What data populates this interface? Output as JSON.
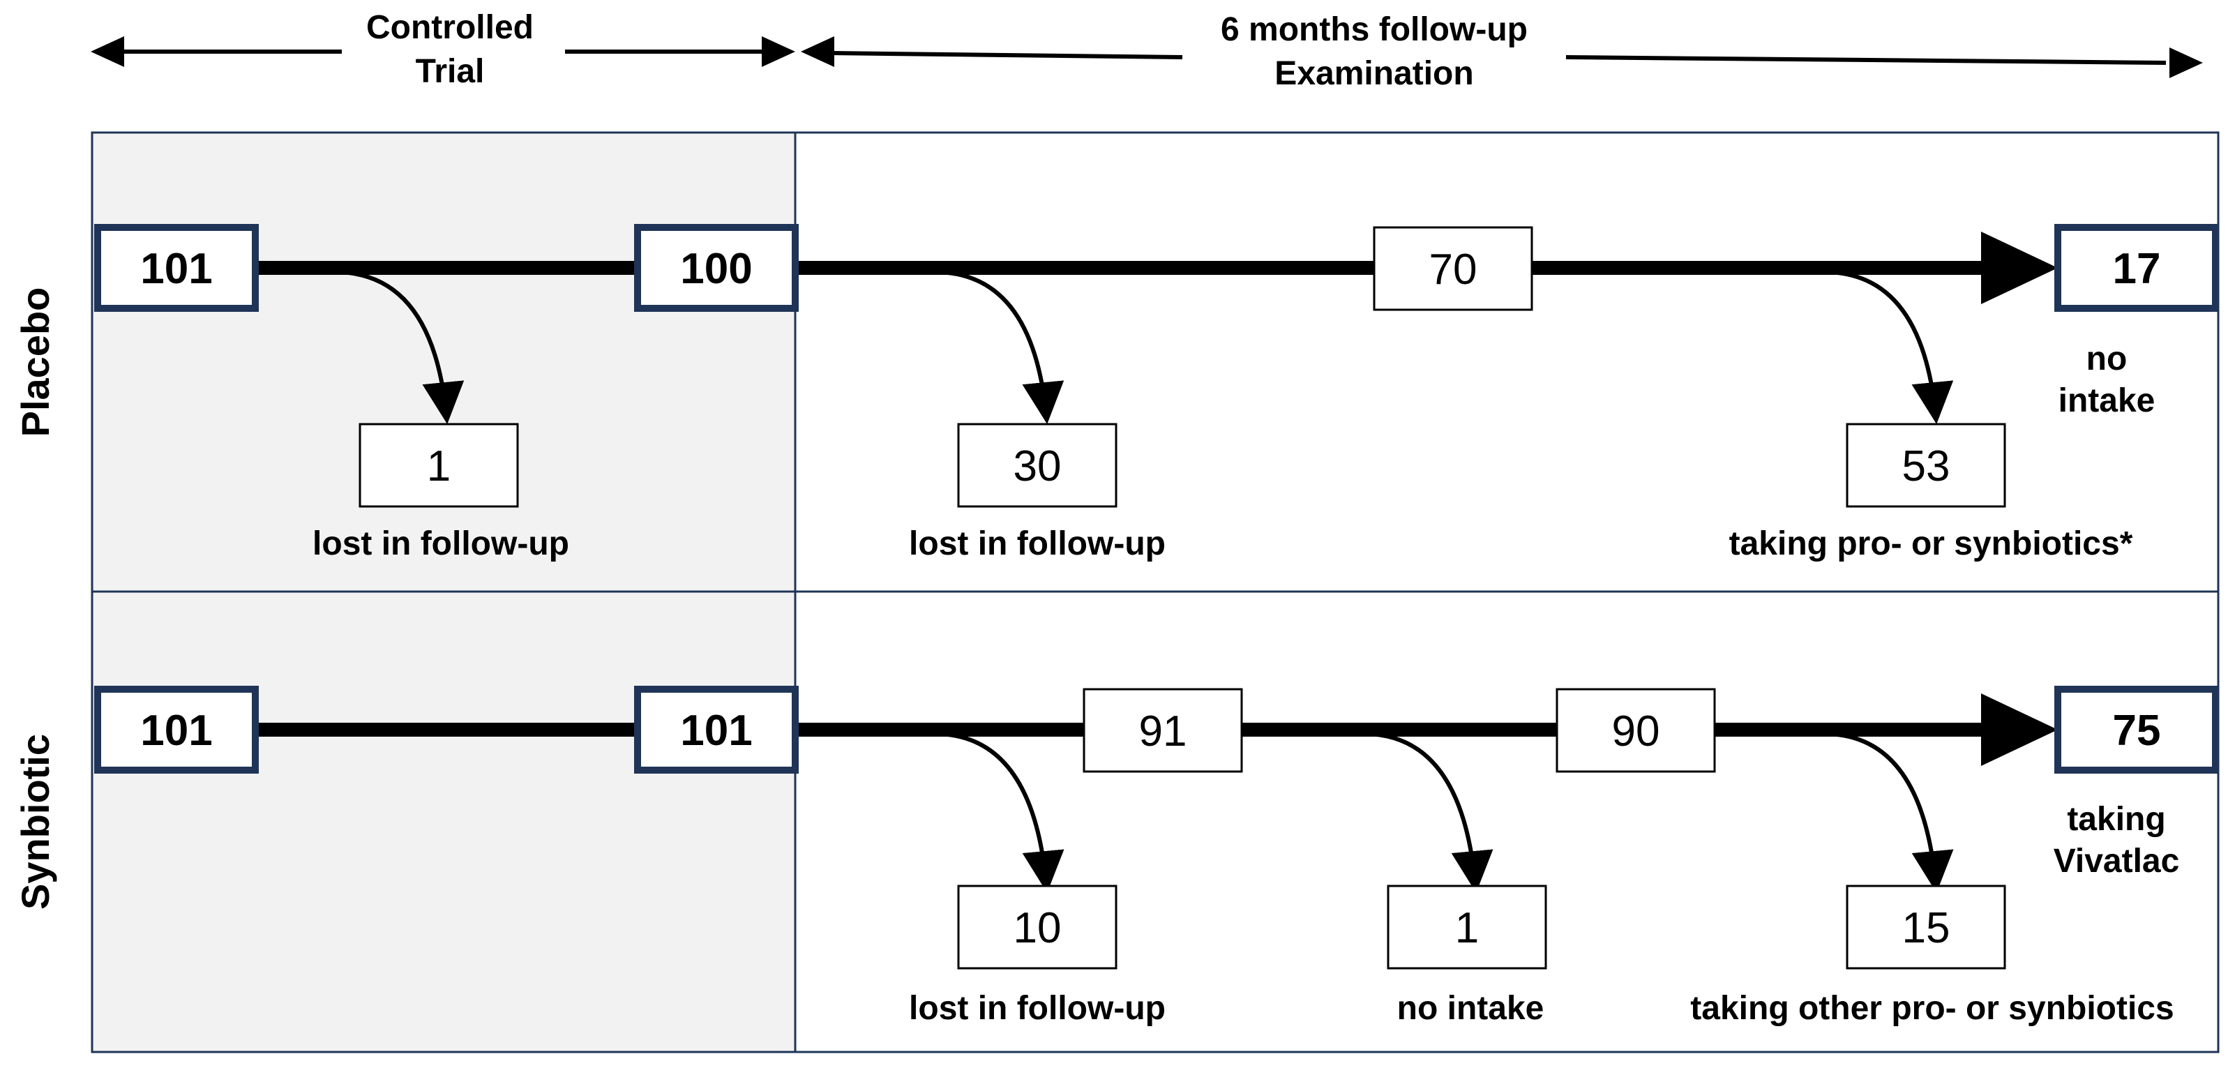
{
  "header": {
    "controlled_trial": [
      "Controlled",
      "Trial"
    ],
    "followup": [
      "6 months follow-up",
      "Examination"
    ]
  },
  "rows": {
    "placebo": "Placebo",
    "synbiotic": "Synbiotic"
  },
  "placebo": {
    "start": "101",
    "end_trial": "100",
    "lost_trial": "1",
    "lost_trial_label": "lost in follow-up",
    "lost_followup": "30",
    "lost_followup_label": "lost in follow-up",
    "mid": "70",
    "taking": "53",
    "taking_label": "taking pro- or synbiotics*",
    "final": "17",
    "final_label": [
      "no",
      "intake"
    ]
  },
  "synbiotic": {
    "start": "101",
    "end_trial": "101",
    "mid1": "91",
    "mid2": "90",
    "lost_followup": "10",
    "lost_followup_label": "lost in follow-up",
    "no_intake": "1",
    "no_intake_label": "no intake",
    "other": "15",
    "other_label": "taking other pro- or synbiotics",
    "final": "75",
    "final_label": [
      "taking",
      "Vivatlac"
    ]
  },
  "colors": {
    "box_border": "#1f3457",
    "panel_border": "#1f3457",
    "shaded_panel": "#f2f2f2",
    "line": "#000000"
  }
}
